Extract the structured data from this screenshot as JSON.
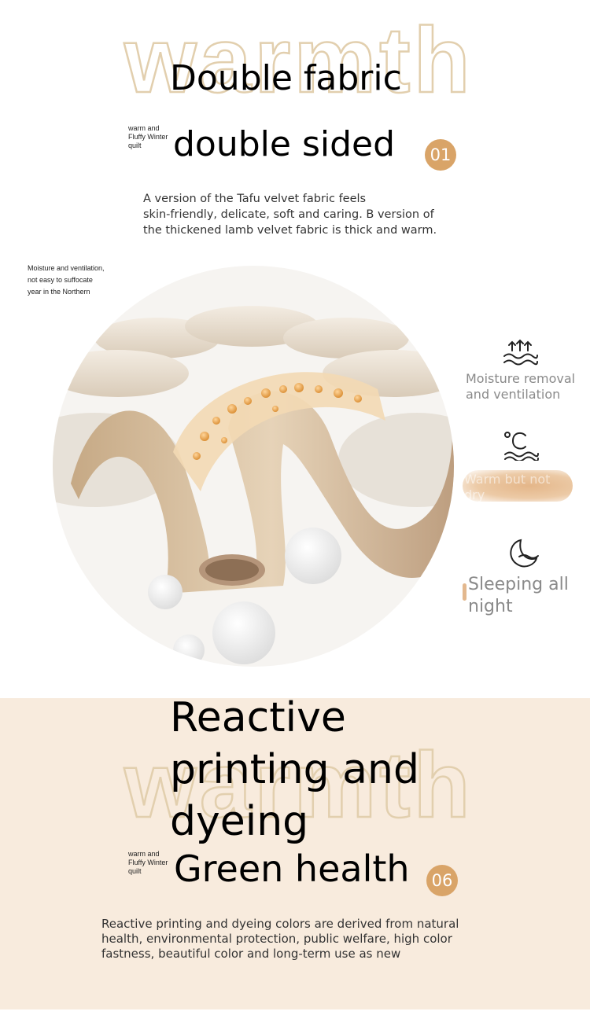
{
  "section1": {
    "watermark": "warmth",
    "title_line1": "Double fabric",
    "title_line2": "double sided",
    "side_note": [
      "warm and",
      "Fluffy Winter",
      "quilt"
    ],
    "badge": "01",
    "paragraph": [
      "A version of the Tafu velvet fabric feels",
      "skin-friendly, delicate, soft and caring. B version of",
      "the thickened lamb velvet fabric is thick and warm."
    ]
  },
  "diagram": {
    "corner_note": [
      "Moisture and ventilation,",
      "not easy to suffocate",
      "year in the Northern"
    ]
  },
  "features": [
    {
      "icon": "moisture-icon",
      "label": [
        "Moisture removal",
        "and ventilation"
      ]
    },
    {
      "icon": "temperature-icon",
      "label": [
        "Warm but not",
        "dry"
      ]
    },
    {
      "icon": "moon-icon",
      "label": [
        "Sleeping all",
        "night"
      ]
    }
  ],
  "section2": {
    "watermark": "warmth",
    "title_lines": [
      "Reactive",
      "printing and",
      "dyeing"
    ],
    "subtitle": "Green health",
    "side_note": [
      "warm and",
      "Fluffy Winter",
      "quilt"
    ],
    "badge": "06",
    "paragraph": [
      "Reactive printing and dyeing colors are derived from natural",
      "health, environmental protection, public welfare, high color",
      "fastness, beautiful color and long-term use as new"
    ]
  },
  "colors": {
    "accent": "#d9a468",
    "fabric": "#d8c0a0",
    "section2_bg": "#f8ebdd"
  }
}
